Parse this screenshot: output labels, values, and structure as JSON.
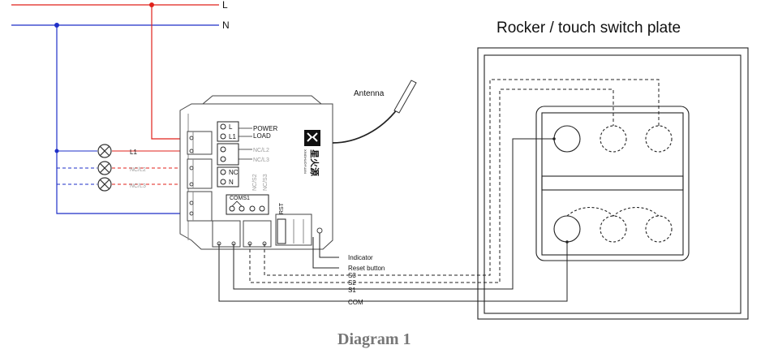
{
  "power_lines": {
    "live": "L",
    "neutral": "N"
  },
  "loads": [
    "L1",
    "NC/L2",
    "NC/L3"
  ],
  "terminals": {
    "power_label": "POWER",
    "load_label": "LOAD",
    "l_pin": "L",
    "l1_pin": "L1",
    "nc_l2": "NC/L2",
    "nc_l3": "NC/L3",
    "nc_pin": "NC",
    "n_pin": "N",
    "com_s1": "COMS1",
    "nc_s2": "NC/S2",
    "nc_s3": "NC/S3",
    "rst": "RST"
  },
  "module": {
    "brand": "星火源",
    "brand_latin": "XINGHUOYUAN"
  },
  "antenna_label": "Antenna",
  "switch_plate_title": "Rocker / touch switch plate",
  "wire_labels": [
    "Indicator",
    "Reset button",
    "S3",
    "S2",
    "S1",
    "COM"
  ],
  "caption": "Diagram 1"
}
